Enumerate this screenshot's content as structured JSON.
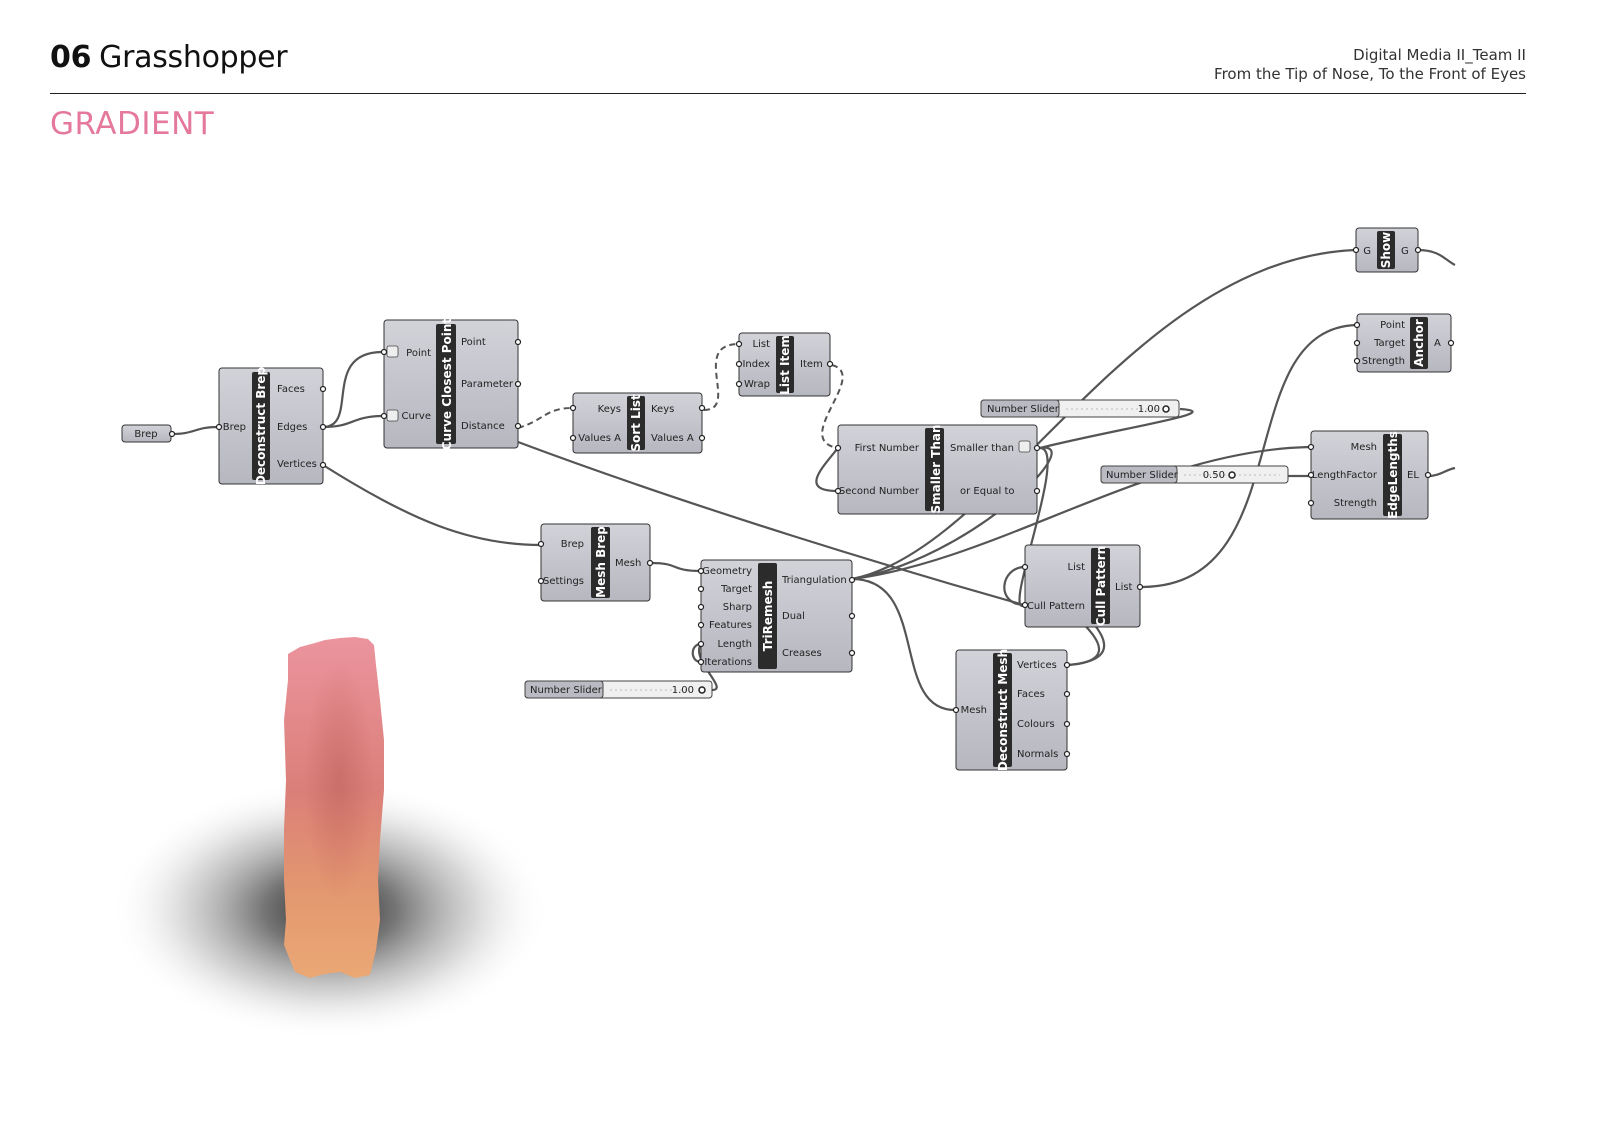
{
  "header": {
    "number": "06",
    "title": "Grasshopper",
    "course_line1": "Digital Media II_Team II",
    "course_line2": "From the Tip of Nose, To the Front of Eyes"
  },
  "section_title": "GRADIENT",
  "colors": {
    "accent": "#e4799c",
    "component_fill": "#c3c4cb",
    "component_name_fill": "#2b2b2b",
    "wire": "#555555",
    "mesh_top": "#e8939a",
    "mesh_bottom": "#e7a56f"
  },
  "components": {
    "brep_param": {
      "name": "Brep"
    },
    "deconstruct_brep": {
      "name": "Deconstruct Brep",
      "inputs": [
        "Brep"
      ],
      "outputs": [
        "Faces",
        "Edges",
        "Vertices"
      ]
    },
    "curve_closest_point": {
      "name": "Curve Closest Point",
      "inputs": [
        "Point",
        "Curve"
      ],
      "outputs": [
        "Point",
        "Parameter",
        "Distance"
      ]
    },
    "sort_list": {
      "name": "Sort List",
      "inputs": [
        "Keys",
        "Values A"
      ],
      "outputs": [
        "Keys",
        "Values A"
      ]
    },
    "list_item": {
      "name": "List Item",
      "inputs": [
        "List",
        "Index",
        "Wrap"
      ],
      "outputs": [
        "Item"
      ]
    },
    "smaller_than": {
      "name": "Smaller Than",
      "inputs": [
        "First Number",
        "Second Number"
      ],
      "outputs": [
        "Smaller than",
        "or Equal to"
      ]
    },
    "mesh_brep": {
      "name": "Mesh Brep",
      "inputs": [
        "Brep",
        "Settings"
      ],
      "outputs": [
        "Mesh"
      ]
    },
    "triremesh": {
      "name": "TriRemesh",
      "inputs": [
        "Geometry",
        "Target",
        "Sharp",
        "Features",
        "Length",
        "Iterations"
      ],
      "outputs": [
        "Triangulation",
        "Dual",
        "Creases"
      ]
    },
    "cull_pattern": {
      "name": "Cull Pattern",
      "inputs": [
        "List",
        "Cull Pattern"
      ],
      "outputs": [
        "List"
      ]
    },
    "deconstruct_mesh": {
      "name": "Deconstruct Mesh",
      "inputs": [
        "Mesh"
      ],
      "outputs": [
        "Vertices",
        "Faces",
        "Colours",
        "Normals"
      ]
    },
    "show": {
      "name": "Show",
      "inputs": [
        "G"
      ],
      "outputs": [
        "G"
      ]
    },
    "anchor": {
      "name": "Anchor",
      "inputs": [
        "Point",
        "Target",
        "Strength"
      ],
      "outputs": [
        "A"
      ]
    },
    "edge_lengths": {
      "name": "EdgeLengths",
      "inputs": [
        "Mesh",
        "LengthFactor",
        "Strength"
      ],
      "outputs": [
        "EL"
      ]
    }
  },
  "sliders": {
    "slider_top": {
      "label": "Number Slider",
      "value": "1.00"
    },
    "slider_mid": {
      "label": "Number Slider",
      "value": "0.50"
    },
    "slider_bottom": {
      "label": "Number Slider",
      "value": "1.00"
    }
  }
}
